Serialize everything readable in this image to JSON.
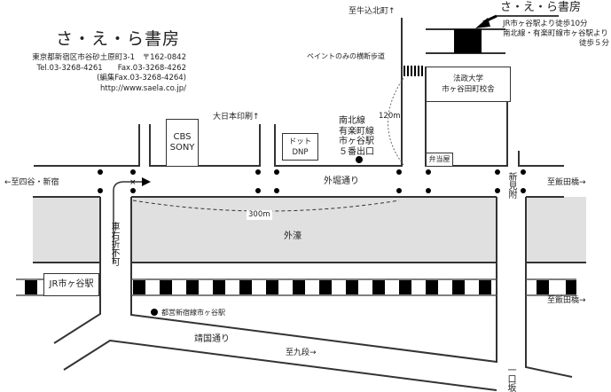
{
  "header": {
    "title": "さ・え・ら書房",
    "address": "東京都新宿区市谷砂土原町3-1　〒162-0842",
    "tel": "Tel.03-3268-4261",
    "fax": "Fax.03-3268-4262",
    "editorial_fax": "(編集Fax.03-3268-4264)",
    "url": "http://www.saela.co.jp/"
  },
  "callout": {
    "name": "さ・え・ら書房",
    "access_jr": "JR市ヶ谷駅より徒歩10分",
    "access_subway": "南北線・有楽町線市ヶ谷駅より",
    "access_subway_time": "徒歩５分"
  },
  "labels": {
    "ushigome": "至牛込北町↑",
    "crosswalk": "ペイントのみの横断歩道",
    "hosei_1": "法政大学",
    "hosei_2": "市ヶ谷田町校舎",
    "distance_120": "120m",
    "dainippon": "大日本印刷↑",
    "cbs_1": "CBS",
    "cbs_2": "SONY",
    "dnp_1": "ドット",
    "dnp_2": "DNP",
    "exit_1": "南北線",
    "exit_2": "有楽町線",
    "exit_3": "市ヶ谷駅",
    "exit_4": "５番出口",
    "bento": "弁当屋",
    "sotobori_dori": "外堀通り",
    "yotsuya": "←至四谷・新宿",
    "iidabashi_1": "至飯田橋→",
    "iidabashi_2": "至飯田橋→",
    "shinmitsuke": "新見附",
    "distance_300": "300m",
    "moat": "外濠",
    "no_right_turn": "車右折不可",
    "jr_station": "JR市ヶ谷駅",
    "toei_station": "都営新宿線市ヶ谷駅",
    "yasukuni_dori": "靖国通り",
    "kudan": "至九段→",
    "hitokuchizaka": "一口坂"
  }
}
